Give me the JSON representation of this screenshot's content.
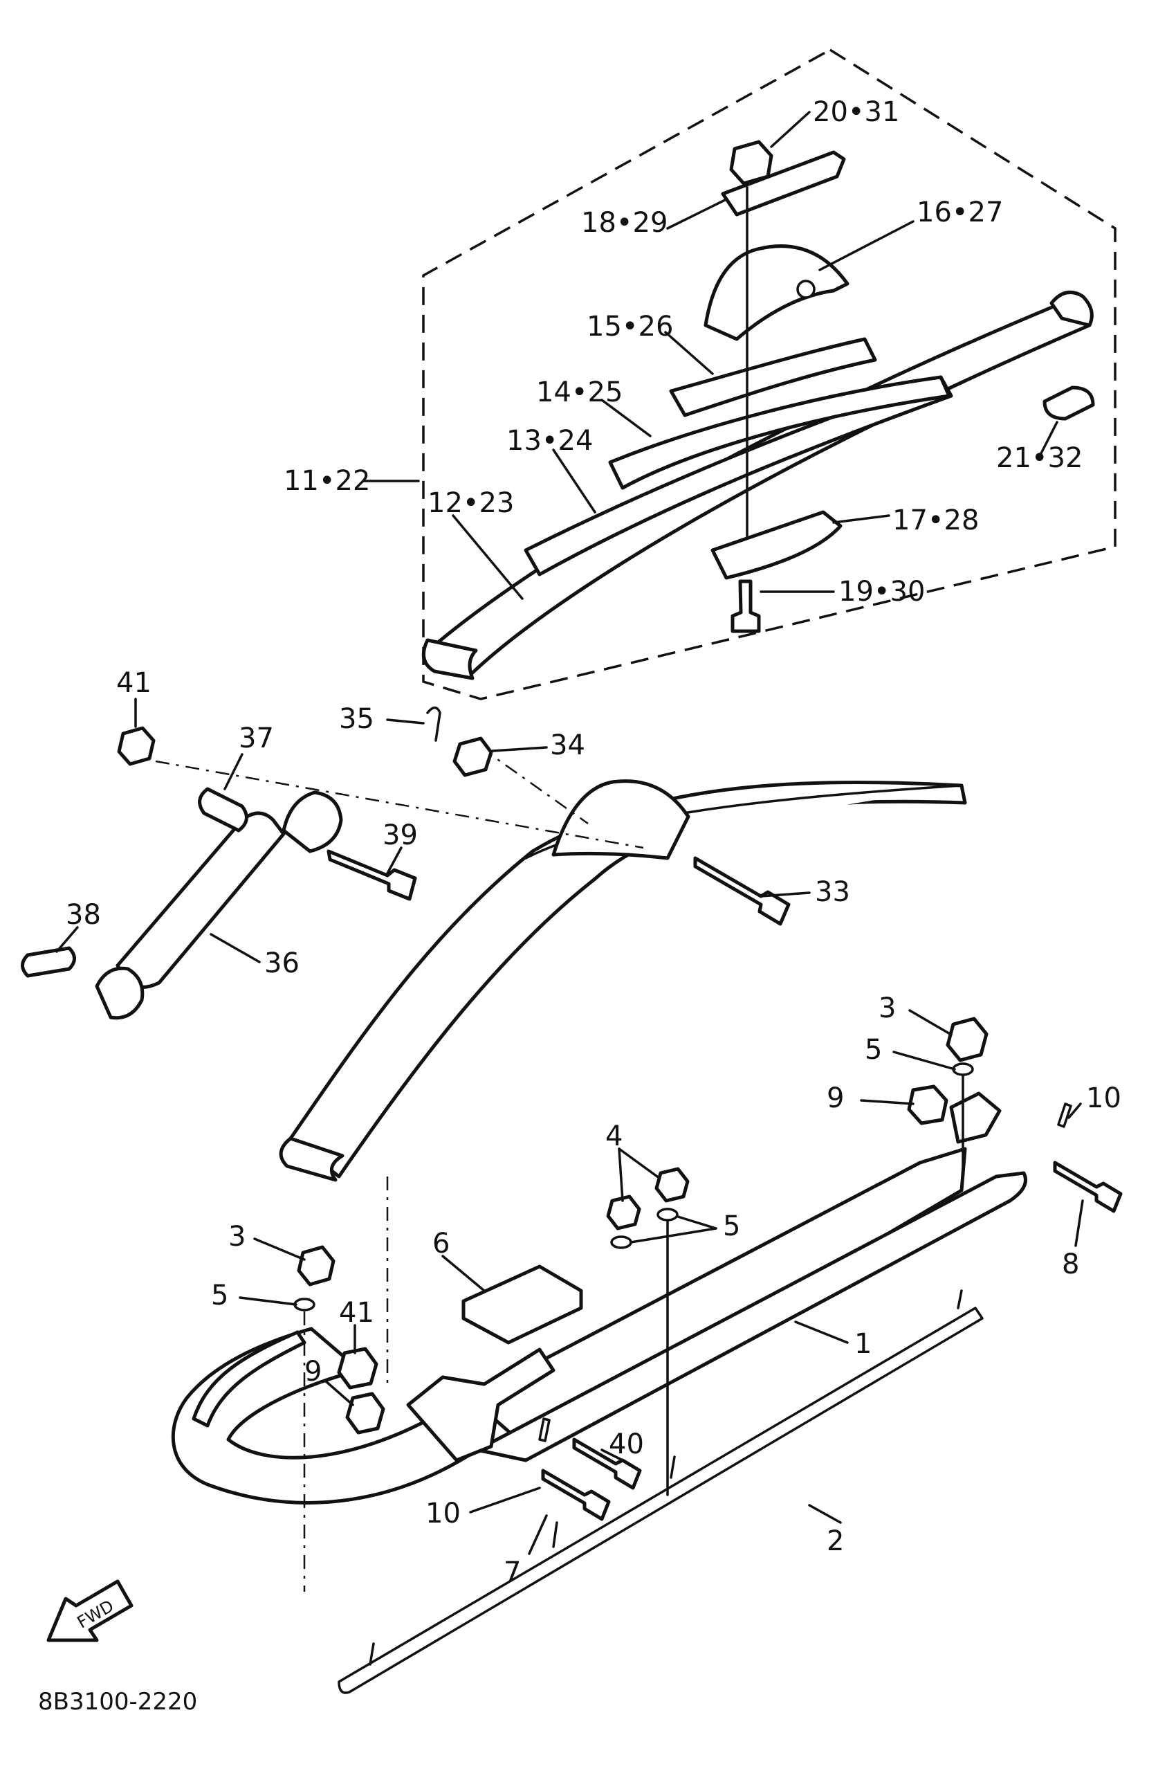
{
  "diagram_code": "8B3100-2220",
  "fwd_badge": "FWD",
  "callouts": [
    "20•31",
    "18•29",
    "16•27",
    "15•26",
    "14•25",
    "13•24",
    "11•22",
    "12•23",
    "21•32",
    "17•28",
    "19•30",
    "41",
    "37",
    "35",
    "34",
    "39",
    "33",
    "38",
    "36",
    "3",
    "5",
    "9",
    "10",
    "4",
    "5",
    "8",
    "6",
    "3",
    "5",
    "41",
    "9",
    "1",
    "40",
    "10",
    "2",
    "7"
  ],
  "colors": {
    "ink": "#111111",
    "paper": "#ffffff"
  },
  "icons": [
    "fwd-arrow-icon"
  ]
}
